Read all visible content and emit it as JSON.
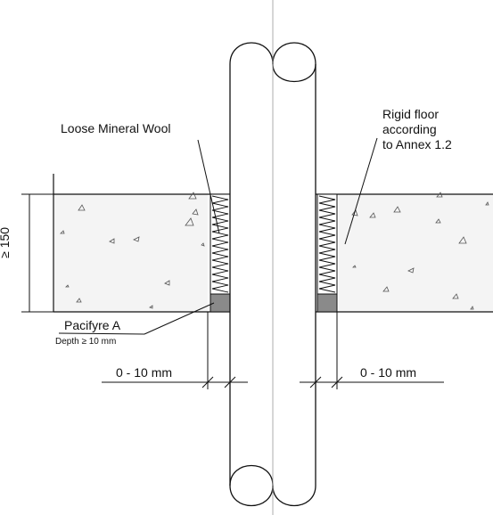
{
  "labels": {
    "loose_mineral_wool": "Loose Mineral Wool",
    "rigid_floor_line1": "Rigid floor",
    "rigid_floor_line2": "according",
    "rigid_floor_line3": "to Annex 1.2",
    "thickness": "≥ 150",
    "sealant_name": "Pacifyre A",
    "sealant_depth": "Depth ≥ 10 mm",
    "gap_left": "0 - 10 mm",
    "gap_right": "0 - 10 mm"
  },
  "colors": {
    "line": "#111111",
    "slab_fill": "#f4f4f4",
    "sealant_fill": "#8a8a8a",
    "centerline": "#9a9a9a"
  }
}
